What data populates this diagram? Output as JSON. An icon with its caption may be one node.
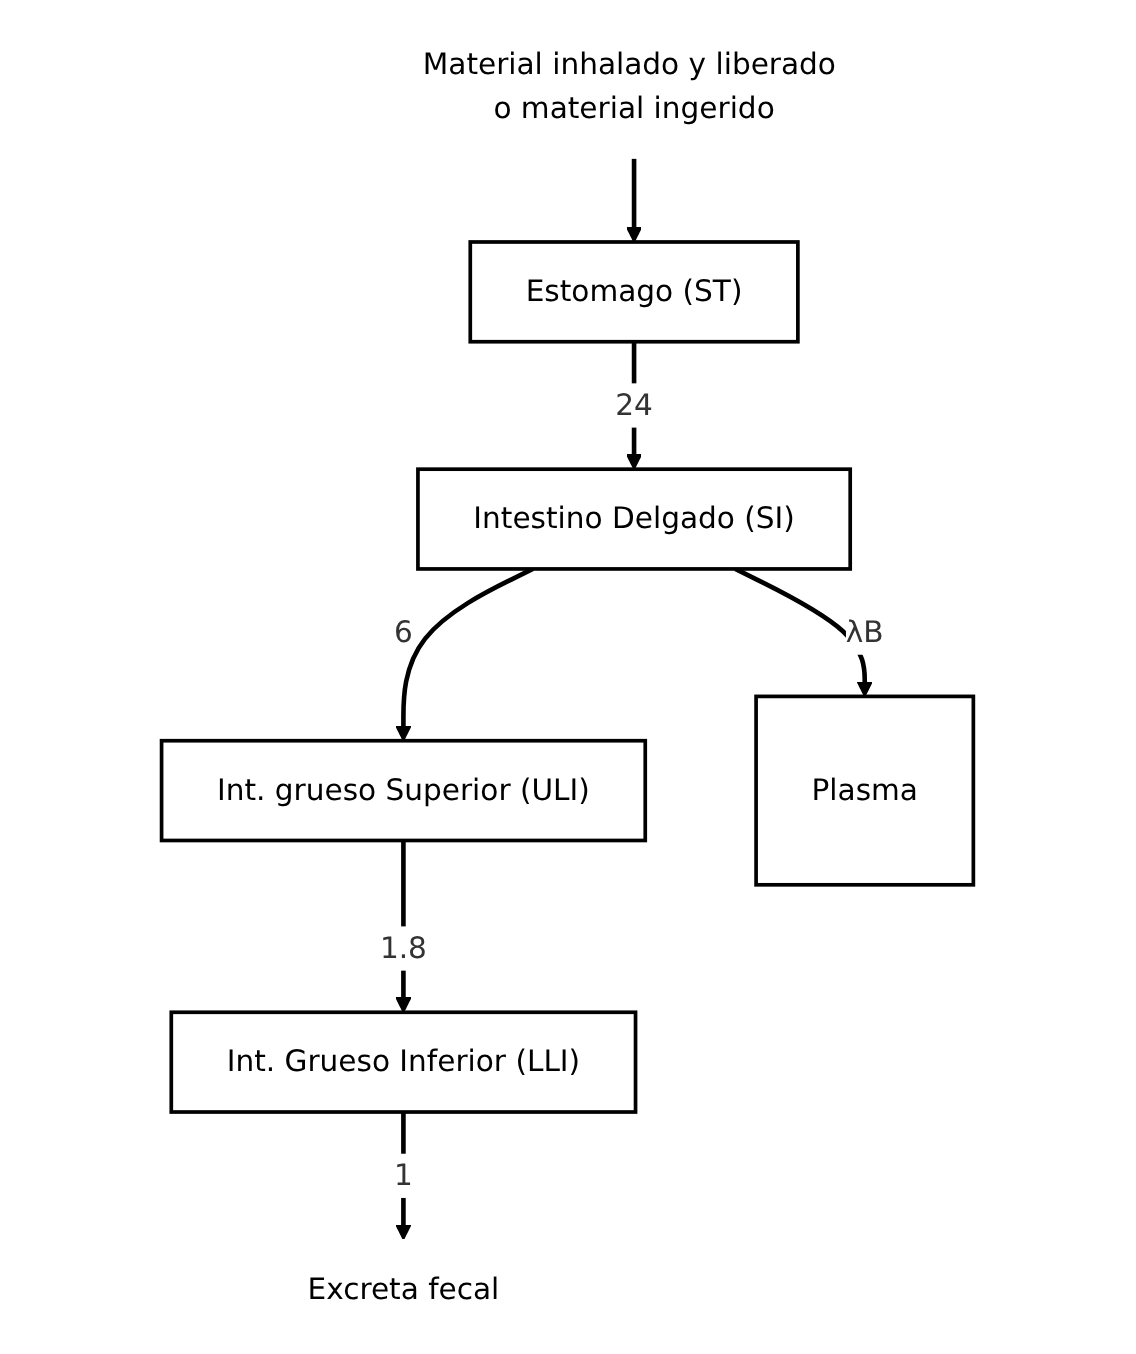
{
  "diagram": {
    "nodes": [
      {
        "text": [
          "Material inhalado y liberado o material ingerido"
        ]
      },
      {
        "text": [
          "Estomago (ST)"
        ]
      },
      {
        "text": [
          "Intestino Delgado (SI)"
        ]
      },
      {
        "text": [
          "Int. grueso Superior (ULI)"
        ]
      },
      {
        "text": [
          "Int. Grueso Inferior (LLI)"
        ]
      },
      {
        "text": [
          "Excreta fecal"
        ]
      },
      {
        "text": [
          "Plasma"
        ]
      }
    ],
    "edges": [
      {
        "from": 0,
        "to": 1,
        "arrow": "to"
      },
      {
        "from": 1,
        "to": 2,
        "arrow": "to",
        "label": "24"
      },
      {
        "from": 2,
        "to": 3,
        "arrow": "to",
        "label": "6"
      },
      {
        "from": 3,
        "to": 4,
        "arrow": "to",
        "label": "1.8"
      },
      {
        "from": 4,
        "to": 5,
        "arrow": "to",
        "label": "1"
      },
      {
        "from": 2,
        "to": 6,
        "arrow": "to",
        "label": "λB"
      }
    ]
  }
}
